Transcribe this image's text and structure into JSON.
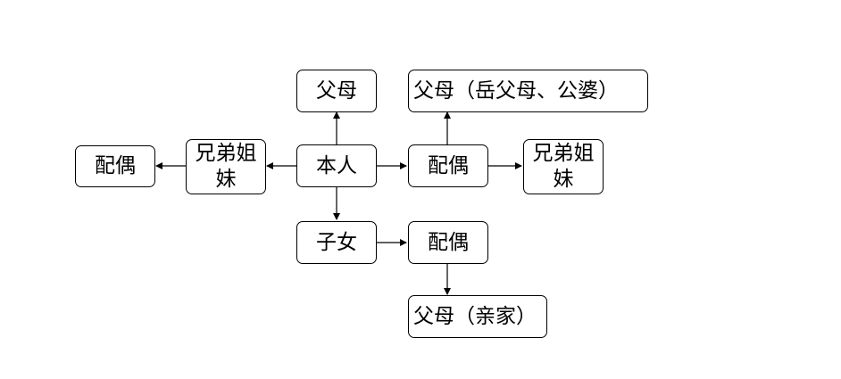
{
  "diagram": {
    "nodes": {
      "self": "本人",
      "parents": "父母",
      "siblings_left": "兄弟姐妹",
      "spouse_left": "配偶",
      "spouse": "配偶",
      "spouse_parents": "父母（岳父母、公婆）",
      "spouse_siblings": "兄弟姐妹",
      "children": "子女",
      "child_spouse": "配偶",
      "child_spouse_parents": "父母（亲家）"
    },
    "edges": [
      {
        "from": "self",
        "to": "parents"
      },
      {
        "from": "self",
        "to": "siblings_left"
      },
      {
        "from": "siblings_left",
        "to": "spouse_left"
      },
      {
        "from": "self",
        "to": "spouse"
      },
      {
        "from": "spouse",
        "to": "spouse_parents"
      },
      {
        "from": "spouse",
        "to": "spouse_siblings"
      },
      {
        "from": "self",
        "to": "children"
      },
      {
        "from": "children",
        "to": "child_spouse"
      },
      {
        "from": "child_spouse",
        "to": "child_spouse_parents"
      }
    ]
  }
}
